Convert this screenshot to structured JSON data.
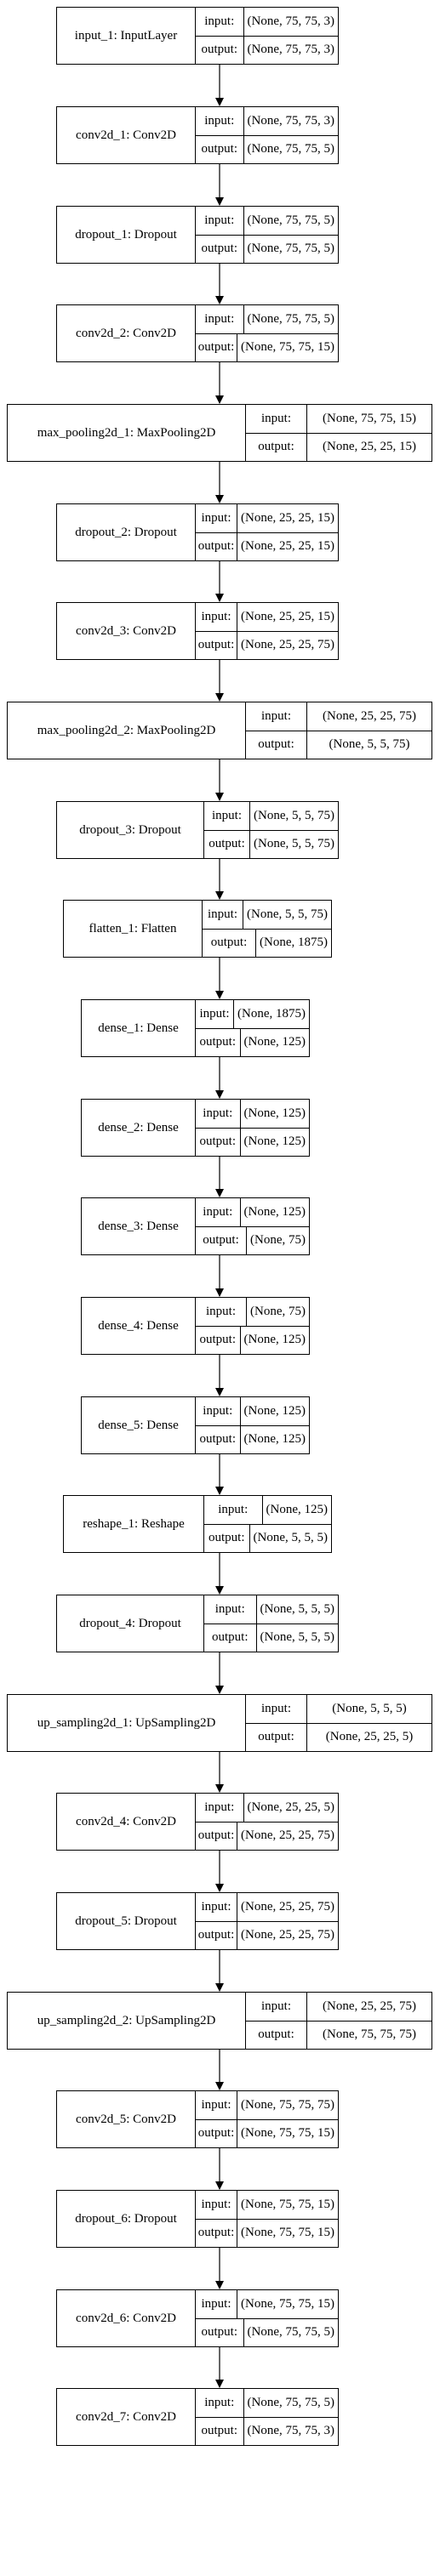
{
  "io_labels": {
    "input": "input:",
    "output": "output:"
  },
  "layers": [
    {
      "name": "input_1: InputLayer",
      "input": "(None, 75, 75, 3)",
      "output": "(None, 75, 75, 3)"
    },
    {
      "name": "conv2d_1: Conv2D",
      "input": "(None, 75, 75, 3)",
      "output": "(None, 75, 75, 5)"
    },
    {
      "name": "dropout_1: Dropout",
      "input": "(None, 75, 75, 5)",
      "output": "(None, 75, 75, 5)"
    },
    {
      "name": "conv2d_2: Conv2D",
      "input": "(None, 75, 75, 5)",
      "output": "(None, 75, 75, 15)"
    },
    {
      "name": "max_pooling2d_1: MaxPooling2D",
      "input": "(None, 75, 75, 15)",
      "output": "(None, 25, 25, 15)"
    },
    {
      "name": "dropout_2: Dropout",
      "input": "(None, 25, 25, 15)",
      "output": "(None, 25, 25, 15)"
    },
    {
      "name": "conv2d_3: Conv2D",
      "input": "(None, 25, 25, 15)",
      "output": "(None, 25, 25, 75)"
    },
    {
      "name": "max_pooling2d_2: MaxPooling2D",
      "input": "(None, 25, 25, 75)",
      "output": "(None, 5, 5, 75)"
    },
    {
      "name": "dropout_3: Dropout",
      "input": "(None, 5, 5, 75)",
      "output": "(None, 5, 5, 75)"
    },
    {
      "name": "flatten_1: Flatten",
      "input": "(None, 5, 5, 75)",
      "output": "(None, 1875)"
    },
    {
      "name": "dense_1: Dense",
      "input": "(None, 1875)",
      "output": "(None, 125)"
    },
    {
      "name": "dense_2: Dense",
      "input": "(None, 125)",
      "output": "(None, 125)"
    },
    {
      "name": "dense_3: Dense",
      "input": "(None, 125)",
      "output": "(None, 75)"
    },
    {
      "name": "dense_4: Dense",
      "input": "(None, 75)",
      "output": "(None, 125)"
    },
    {
      "name": "dense_5: Dense",
      "input": "(None, 125)",
      "output": "(None, 125)"
    },
    {
      "name": "reshape_1: Reshape",
      "input": "(None, 125)",
      "output": "(None, 5, 5, 5)"
    },
    {
      "name": "dropout_4: Dropout",
      "input": "(None, 5, 5, 5)",
      "output": "(None, 5, 5, 5)"
    },
    {
      "name": "up_sampling2d_1: UpSampling2D",
      "input": "(None, 5, 5, 5)",
      "output": "(None, 25, 25, 5)"
    },
    {
      "name": "conv2d_4: Conv2D",
      "input": "(None, 25, 25, 5)",
      "output": "(None, 25, 25, 75)"
    },
    {
      "name": "dropout_5: Dropout",
      "input": "(None, 25, 25, 75)",
      "output": "(None, 25, 25, 75)"
    },
    {
      "name": "up_sampling2d_2: UpSampling2D",
      "input": "(None, 25, 25, 75)",
      "output": "(None, 75, 75, 75)"
    },
    {
      "name": "conv2d_5: Conv2D",
      "input": "(None, 75, 75, 75)",
      "output": "(None, 75, 75, 15)"
    },
    {
      "name": "dropout_6: Dropout",
      "input": "(None, 75, 75, 15)",
      "output": "(None, 75, 75, 15)"
    },
    {
      "name": "conv2d_6: Conv2D",
      "input": "(None, 75, 75, 15)",
      "output": "(None, 75, 75, 5)"
    },
    {
      "name": "conv2d_7: Conv2D",
      "input": "(None, 75, 75, 5)",
      "output": "(None, 75, 75, 3)"
    }
  ]
}
